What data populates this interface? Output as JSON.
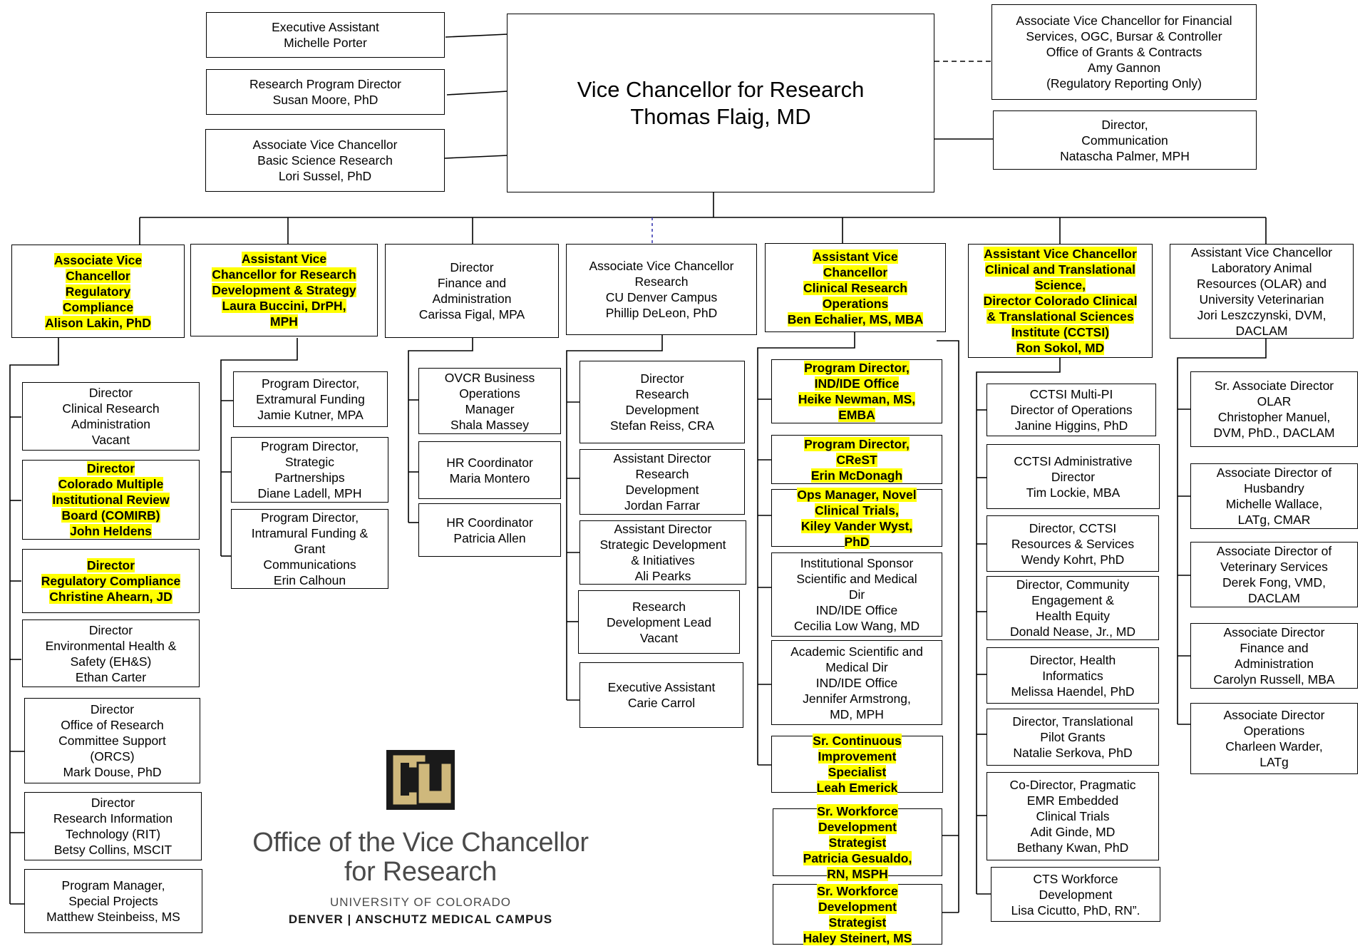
{
  "top": {
    "vc": [
      "Vice Chancellor for Research",
      "Thomas Flaig, MD"
    ],
    "exec_assistant": [
      "Executive Assistant",
      "Michelle Porter"
    ],
    "research_program_director": [
      "Research Program Director",
      "Susan Moore, PhD"
    ],
    "avc_basic_science": [
      "Associate Vice Chancellor",
      "Basic Science Research",
      "Lori Sussel, PhD"
    ],
    "avc_financial": [
      "Associate Vice Chancellor for Financial",
      "Services, OGC, Bursar & Controller",
      "Office of Grants & Contracts",
      "Amy Gannon",
      "(Regulatory Reporting Only)"
    ],
    "communication": [
      "Director,",
      "Communication",
      "Natascha Palmer, MPH"
    ]
  },
  "heads": {
    "regulatory": [
      "Associate Vice",
      "Chancellor",
      "Regulatory",
      "Compliance",
      "Alison Lakin, PhD"
    ],
    "research_dev": [
      "Assistant Vice",
      "Chancellor for Research",
      "Development & Strategy",
      "Laura Buccini, DrPH,",
      "MPH"
    ],
    "finance": [
      "Director",
      "Finance and",
      "Administration",
      "Carissa Figal, MPA"
    ],
    "cu_denver": [
      "Associate Vice Chancellor",
      "Research",
      "CU Denver Campus",
      "Phillip DeLeon, PhD"
    ],
    "clinical_ops": [
      "Assistant Vice",
      "Chancellor",
      "Clinical Research",
      "Operations",
      "Ben Echalier, MS, MBA"
    ],
    "cctsi": [
      "Assistant Vice Chancellor",
      "Clinical and Translational",
      "Science,",
      "Director Colorado Clinical",
      "& Translational Sciences",
      "Institute (CCTSI)",
      "Ron Sokol, MD"
    ],
    "olar": [
      "Assistant Vice Chancellor",
      "Laboratory Animal",
      "Resources (OLAR) and",
      "University Veterinarian",
      "Jori Leszczynski, DVM,",
      "DACLAM"
    ]
  },
  "col1": [
    [
      "Director",
      "Clinical Research",
      "Administration",
      "Vacant"
    ],
    [
      "Director",
      "Colorado Multiple",
      "Institutional Review",
      "Board (COMIRB)",
      "John Heldens"
    ],
    [
      "Director",
      "Regulatory Compliance",
      "Christine Ahearn, JD"
    ],
    [
      "Director",
      "Environmental Health &",
      "Safety (EH&S)",
      "Ethan Carter"
    ],
    [
      "Director",
      "Office of Research",
      "Committee Support",
      "(ORCS)",
      "Mark Douse, PhD"
    ],
    [
      "Director",
      "Research Information",
      "Technology (RIT)",
      "Betsy Collins, MSCIT"
    ],
    [
      "Program Manager,",
      "Special Projects",
      "Matthew Steinbeiss, MS"
    ]
  ],
  "col2": [
    [
      "Program Director,",
      "Extramural Funding",
      "Jamie Kutner, MPA"
    ],
    [
      "Program Director,",
      "Strategic",
      "Partnerships",
      "Diane Ladell, MPH"
    ],
    [
      "Program Director,",
      "Intramural Funding &",
      "Grant",
      "Communications",
      "Erin Calhoun"
    ]
  ],
  "col3": [
    [
      "OVCR Business",
      "Operations",
      "Manager",
      "Shala Massey"
    ],
    [
      "HR Coordinator",
      "Maria Montero"
    ],
    [
      "HR Coordinator",
      "Patricia Allen"
    ]
  ],
  "col4": [
    [
      "Director",
      "Research",
      "Development",
      "Stefan Reiss, CRA"
    ],
    [
      "Assistant Director",
      "Research",
      "Development",
      "Jordan Farrar"
    ],
    [
      "Assistant Director",
      "Strategic Development",
      "& Initiatives",
      "Ali Pearks"
    ],
    [
      "Research",
      "Development Lead",
      "Vacant"
    ],
    [
      "Executive Assistant",
      "Carie Carrol"
    ]
  ],
  "col5": [
    [
      "Program Director,",
      "IND/IDE Office",
      "Heike Newman, MS,",
      "EMBA"
    ],
    [
      "Program Director,",
      "CReST",
      "Erin McDonagh"
    ],
    [
      "Ops Manager, Novel",
      "Clinical Trials,",
      "Kiley Vander Wyst,",
      "PhD"
    ],
    [
      "Institutional Sponsor",
      "Scientific and Medical",
      "Dir",
      "IND/IDE Office",
      "Cecilia Low Wang, MD"
    ],
    [
      "Academic Scientific and",
      "Medical Dir",
      "IND/IDE Office",
      "Jennifer Armstrong,",
      "MD, MPH"
    ],
    [
      "Sr. Continuous",
      "Improvement",
      "Specialist",
      "Leah Emerick"
    ],
    [
      "Sr. Workforce",
      "Development",
      "Strategist",
      "Patricia Gesualdo,",
      "RN, MSPH"
    ],
    [
      "Sr. Workforce",
      "Development",
      "Strategist",
      "Haley Steinert, MS"
    ]
  ],
  "col6": [
    [
      "CCTSI Multi-PI",
      "Director of Operations",
      "Janine Higgins, PhD"
    ],
    [
      "CCTSI Administrative",
      "Director",
      "Tim Lockie, MBA"
    ],
    [
      "Director, CCTSI",
      "Resources & Services",
      "Wendy Kohrt, PhD"
    ],
    [
      "Director, Community",
      "Engagement &",
      "Health Equity",
      "Donald Nease, Jr., MD"
    ],
    [
      "Director, Health",
      "Informatics",
      "Melissa Haendel, PhD"
    ],
    [
      "Director, Translational",
      "Pilot Grants",
      "Natalie Serkova, PhD"
    ],
    [
      "Co-Director, Pragmatic",
      "EMR Embedded",
      "Clinical Trials",
      "Adit Ginde, MD",
      "Bethany Kwan, PhD"
    ],
    [
      "CTS Workforce",
      "Development",
      "Lisa Cicutto, PhD, RN”."
    ]
  ],
  "col7": [
    [
      "Sr. Associate Director",
      "OLAR",
      "Christopher Manuel,",
      "DVM, PhD., DACLAM"
    ],
    [
      "Associate Director of",
      "Husbandry",
      "Michelle Wallace,",
      "LATg, CMAR"
    ],
    [
      "Associate Director of",
      "Veterinary Services",
      "Derek Fong, VMD,",
      "DACLAM"
    ],
    [
      "Associate Director",
      "Finance and",
      "Administration",
      "Carolyn Russell, MBA"
    ],
    [
      "Associate Director",
      "Operations",
      "Charleen Warder,",
      "LATg"
    ]
  ],
  "logo": {
    "line1": "Office of the Vice Chancellor",
    "line2": "for Research",
    "university": "UNIVERSITY OF COLORADO",
    "campus": "DENVER | ANSCHUTZ MEDICAL CAMPUS",
    "mark_icon": "cu-interlocking-logo-icon"
  },
  "colors": {
    "highlight": "#ffff00",
    "dashed_link": "#3b3bb3",
    "logo_gold": "#cfb87c"
  }
}
